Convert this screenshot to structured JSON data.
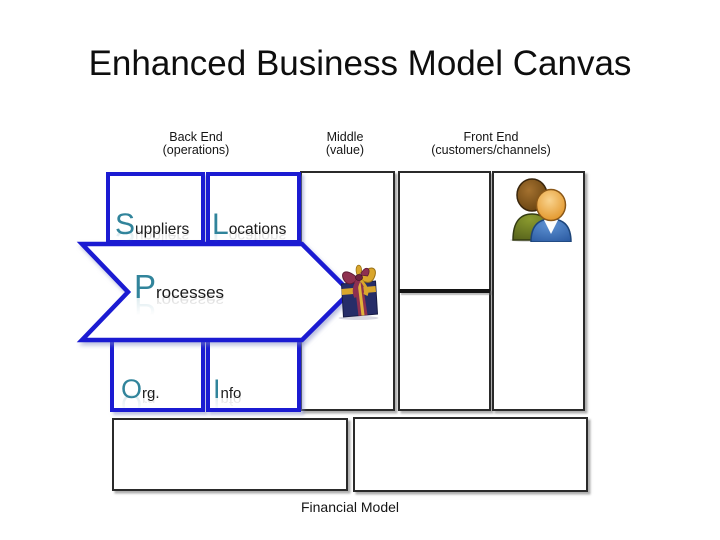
{
  "slide": {
    "title": "Enhanced Business Model Canvas",
    "background_color": "#ffffff"
  },
  "section_headers": {
    "back_end": {
      "line1": "Back End",
      "line2": "(operations)"
    },
    "middle": {
      "line1": "Middle",
      "line2": "(value)"
    },
    "front_end": {
      "line1": "Front End",
      "line2": "(customers/channels)"
    }
  },
  "blocks": {
    "suppliers": {
      "initial": "S",
      "rest": "uppliers"
    },
    "locations": {
      "initial": "L",
      "rest": "ocations"
    },
    "processes": {
      "initial": "P",
      "rest": "rocesses"
    },
    "org": {
      "initial": "O",
      "rest": "rg."
    },
    "info": {
      "initial": "I",
      "rest": "nfo"
    }
  },
  "footer": {
    "financial_model_label": "Financial Model"
  },
  "icons": {
    "middle_value": "gift-icon",
    "front_end": "customers-people-icon"
  },
  "colors": {
    "accent_blue": "#1b1bd2",
    "initial_letter_teal": "#31849b",
    "box_border_black": "#2a2a2a"
  }
}
